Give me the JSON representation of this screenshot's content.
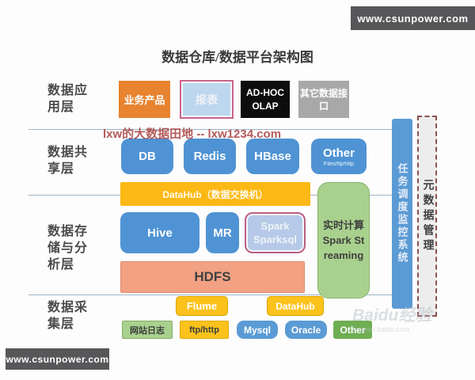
{
  "source_banner": {
    "text": "www.csunpower.com"
  },
  "diagram": {
    "title": "数据仓库/数据平台架构图",
    "watermark": "lxw的大数据田地 -- lxw1234.com",
    "layer_labels": [
      "数据应用层",
      "数据共享层",
      "数据存储与分析层",
      "数据采集层"
    ],
    "app_boxes": [
      "业务产品",
      "报表",
      "AD-HOC OLAP",
      "其它数据接口"
    ],
    "share_boxes": [
      "DB",
      "Redis",
      "HBase",
      "Other"
    ],
    "share_other_sub": "Files/ftp/http",
    "datahub_bar": "DataHub（数据交换机）",
    "compute_boxes": [
      "Hive",
      "MR",
      "Spark Sparksql"
    ],
    "hdfs_label": "HDFS",
    "realtime_box": "实时计算 Spark Streaming",
    "ingest_boxes": [
      "Flume",
      "DataHub"
    ],
    "source_boxes": [
      "网站日志",
      "ftp/http",
      "Mysql",
      "Oracle",
      "Other"
    ],
    "scheduler_bar": "任务调度监控系统",
    "metadata_bar": "元数据管理"
  },
  "baidu_watermark": {
    "brand": "Baidu",
    "suffix": "经验",
    "url": "jingyan.baidu.com"
  },
  "palette": {
    "banner_bg": "#57575a",
    "orange": "#e8832f",
    "report_fill": "#bdd7ee",
    "pink_border": "#c9648c",
    "black_box": "#0d0d0d",
    "gray_box": "#a8a8a8",
    "blue_box": "#4f93d4",
    "amber_bar": "#fcb814",
    "salmon_bar": "#f2a183",
    "green_box": "#a9d18e",
    "dark_green_box": "#6fae53",
    "yellow_box": "#fcc21c",
    "divider_line": "#9fb6c9",
    "watermark_red": "#a02d2d"
  }
}
